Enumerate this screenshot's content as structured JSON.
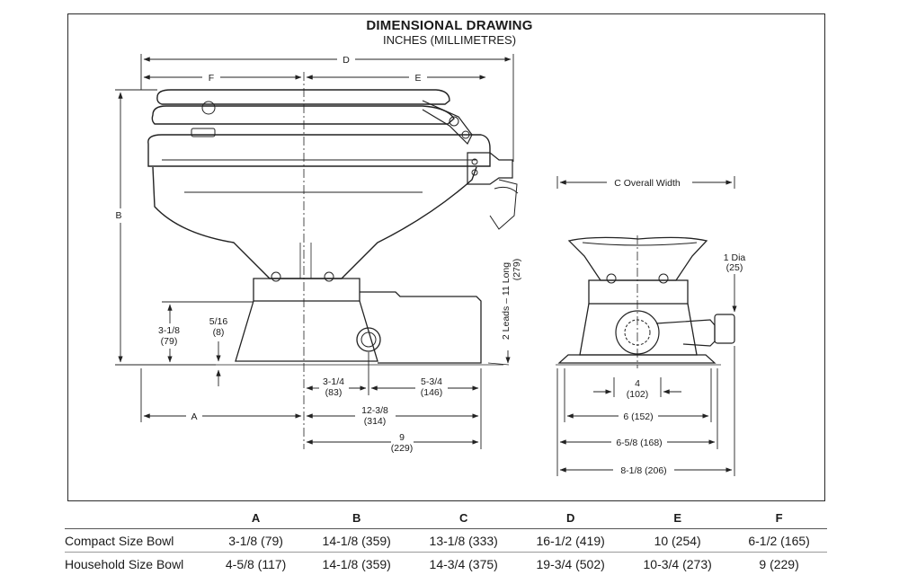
{
  "drawing": {
    "title": "DIMENSIONAL DRAWING",
    "subtitle": "INCHES (MILLIMETRES)",
    "labels": {
      "D": "D",
      "F": "F",
      "E": "E",
      "B": "B",
      "A": "A",
      "h31_8a": "3-1/8",
      "h31_8b": "(79)",
      "h5_16a": "5/16",
      "h5_16b": "(8)",
      "d31_4a": "3-1/4",
      "d31_4b": "(83)",
      "d53_4a": "5-3/4",
      "d53_4b": "(146)",
      "d123_8a": "12-3/8",
      "d123_8b": "(314)",
      "d9a": "9",
      "d9b": "(229)",
      "leads": "2 Leads – 11 Long",
      "leads_mm": "(279)",
      "overall_width": "C Overall Width",
      "dia_a": "1 Dia",
      "dia_b": "(25)",
      "w4a": "4",
      "w4b": "(102)",
      "w6": "6 (152)",
      "w658": "6-5/8 (168)",
      "w818": "8-1/8 (206)"
    }
  },
  "table": {
    "headers": [
      "",
      "A",
      "B",
      "C",
      "D",
      "E",
      "F"
    ],
    "rows": [
      [
        "Compact Size Bowl",
        "3-1/8 (79)",
        "14-1/8 (359)",
        "13-1/8 (333)",
        "16-1/2 (419)",
        "10 (254)",
        "6-1/2 (165)"
      ],
      [
        "Household Size Bowl",
        "4-5/8 (117)",
        "14-1/8 (359)",
        "14-3/4 (375)",
        "19-3/4 (502)",
        "10-3/4 (273)",
        "9 (229)"
      ]
    ]
  }
}
